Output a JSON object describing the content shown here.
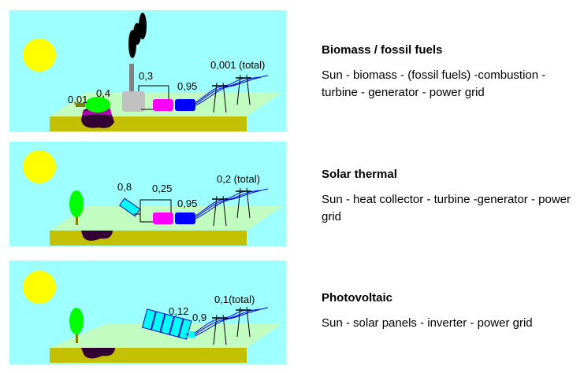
{
  "colors": {
    "sky": "#9effff",
    "sun": "#ffff00",
    "plane": "#c2fcc0",
    "ground": "#c2c000",
    "biomass": "#00ff00",
    "turbine": "#ff00ff",
    "generator": "#0000ff",
    "collector": "#00ffff"
  },
  "panels": [
    {
      "title": "Biomass / fossil fuels",
      "description": "Sun - biomass - (fossil fuels) -combustion - turbine - generator - power grid",
      "labels": {
        "biomass_in": "0,01",
        "biomass": "0,4",
        "combustion": "0,3",
        "generator": "0,95",
        "total": "0,001 (total)"
      }
    },
    {
      "title": "Solar thermal",
      "description": "Sun - heat collector - turbine -generator - power grid",
      "labels": {
        "collector": "0,8",
        "turbine": "0,25",
        "generator": "0,95",
        "total": "0,2 (total)"
      }
    },
    {
      "title": "Photovoltaic",
      "description": "Sun - solar panels - inverter - power grid",
      "labels": {
        "panels": "0,12",
        "inverter": "0,9",
        "total": "0,1(total)"
      }
    }
  ]
}
